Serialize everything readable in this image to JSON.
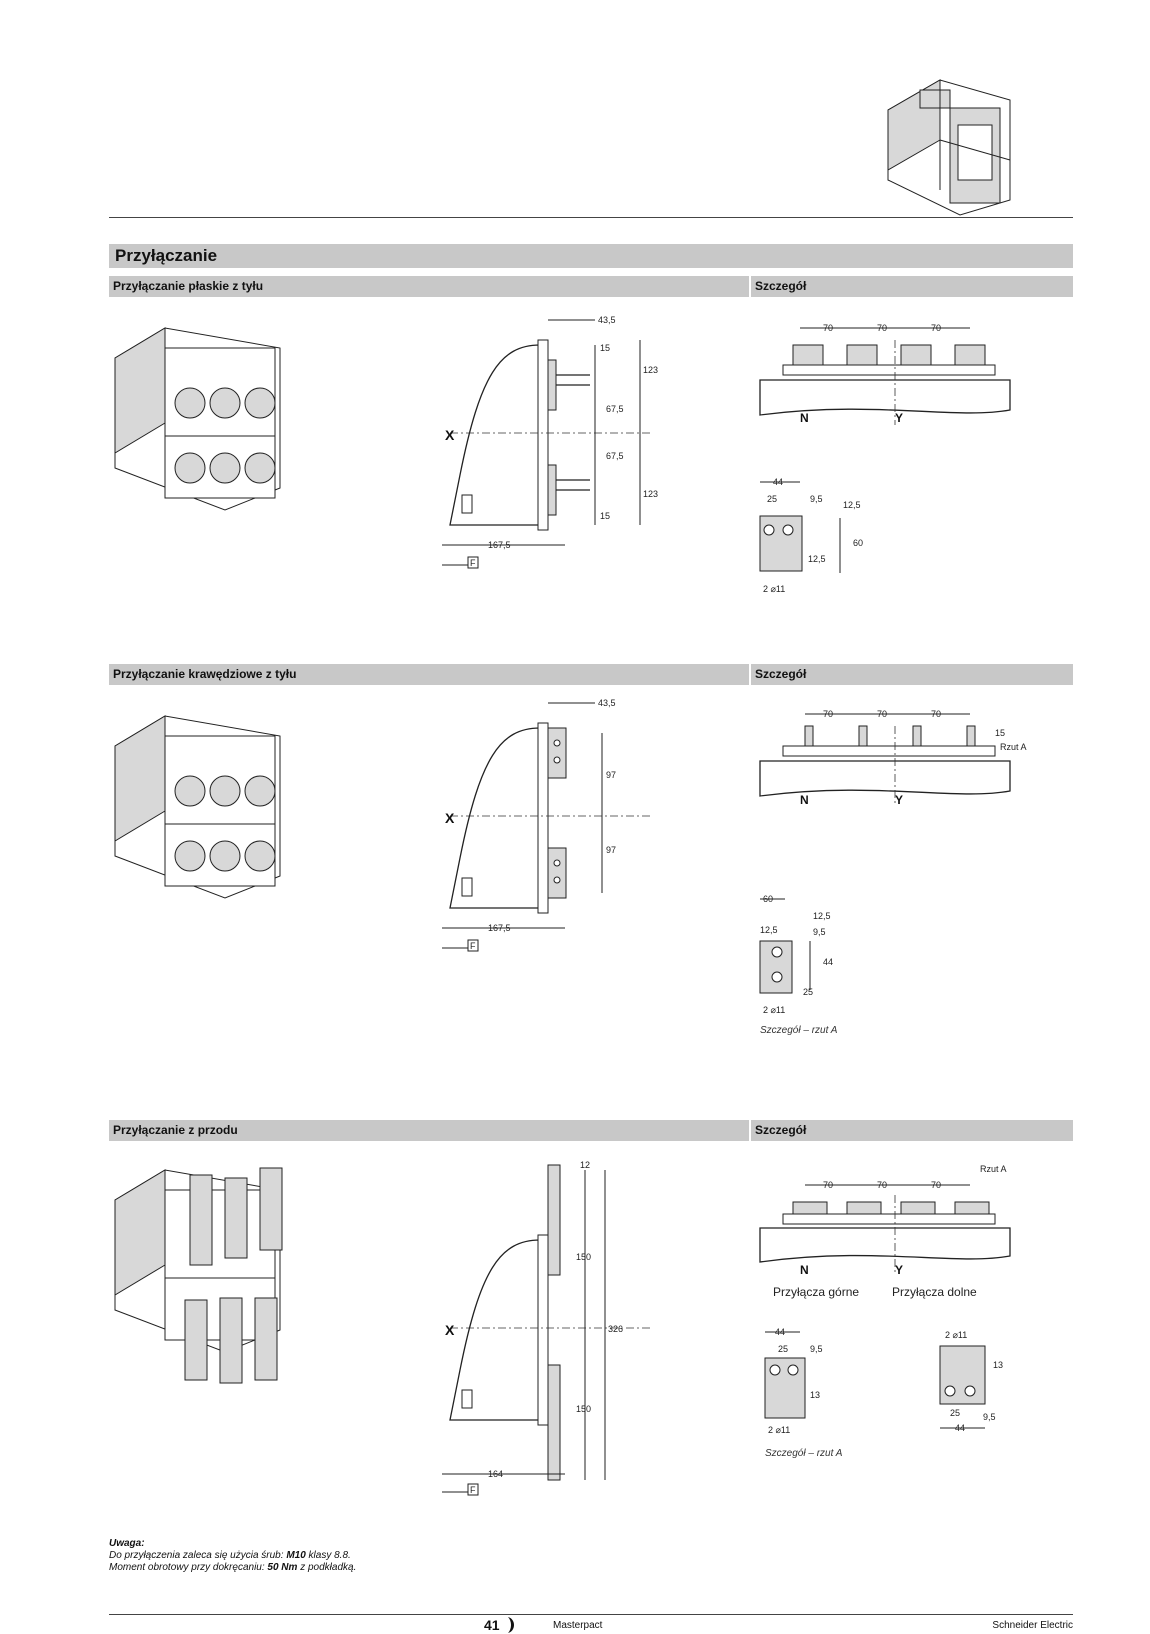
{
  "header": {
    "section_title": "Przyłączanie"
  },
  "sections": [
    {
      "title": "Przyłączanie płaskie z tyłu",
      "detail_title": "Szczegół",
      "side_dims": [
        "43,5",
        "15",
        "123",
        "67,5",
        "67,5",
        "123",
        "15",
        "167,5"
      ],
      "axis_label": "X",
      "front_ref": "F",
      "detail_dims": [
        "70",
        "70",
        "70"
      ],
      "detail_labels": [
        "N",
        "Y"
      ],
      "plate_dims": [
        "44",
        "25",
        "9,5",
        "12,5",
        "60",
        "12,5"
      ],
      "hole_label": "2 ⌀11"
    },
    {
      "title": "Przyłączanie krawędziowe z tyłu",
      "detail_title": "Szczegół",
      "side_dims": [
        "43,5",
        "97",
        "97",
        "167,5"
      ],
      "axis_label": "X",
      "front_ref": "F",
      "detail_dims": [
        "70",
        "70",
        "70",
        "15"
      ],
      "view_label": "Rzut A",
      "detail_labels": [
        "N",
        "Y"
      ],
      "plate_dims": [
        "60",
        "12,5",
        "12,5",
        "9,5",
        "44",
        "25"
      ],
      "hole_label": "2 ⌀11",
      "caption": "Szczegół – rzut A"
    },
    {
      "title": "Przyłączanie z przodu",
      "detail_title": "Szczegół",
      "side_dims": [
        "12",
        "150",
        "326",
        "150",
        "164"
      ],
      "axis_label": "X",
      "front_ref": "F",
      "detail_dims": [
        "70",
        "70",
        "70"
      ],
      "view_label": "Rzut A",
      "detail_labels": [
        "N",
        "Y"
      ],
      "upper_label": "Przyłącza górne",
      "lower_label": "Przyłącza dolne",
      "plate_dims_upper": [
        "44",
        "25",
        "9,5",
        "13"
      ],
      "plate_dims_lower": [
        "13",
        "25",
        "9,5",
        "44"
      ],
      "hole_label": "2 ⌀11",
      "caption": "Szczegół – rzut A"
    }
  ],
  "note": {
    "title": "Uwaga:",
    "line1_pre": "Do przyłączenia zaleca się użycia śrub: ",
    "line1_bold": "M10",
    "line1_post": " klasy 8.8.",
    "line2_pre": "Moment obrotowy przy dokręcaniu: ",
    "line2_bold": "50 Nm",
    "line2_post": " z podkładką."
  },
  "footer": {
    "page_number": "41",
    "product": "Masterpact",
    "brand": "Schneider Electric"
  }
}
